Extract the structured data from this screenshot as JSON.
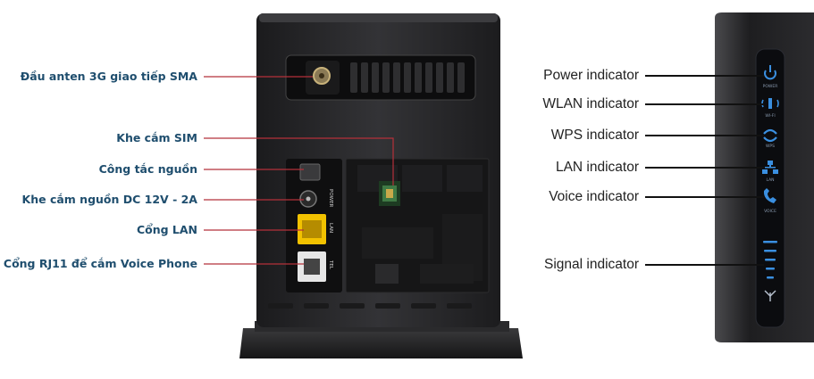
{
  "left_labels": {
    "antenna": "Đầu anten 3G giao tiếp SMA",
    "sim_slot": "Khe cắm SIM",
    "power_switch": "Công tắc nguồn",
    "dc_jack": "Khe cắm nguồn DC 12V - 2A",
    "lan_port": "Cổng LAN",
    "rj11_port": "Cổng RJ11 để cắm Voice Phone"
  },
  "right_labels": {
    "power": "Power indicator",
    "wlan": "WLAN indicator",
    "wps": "WPS indicator",
    "lan": "LAN indicator",
    "voice": "Voice indicator",
    "signal": "Signal indicator"
  },
  "device_port_labels": {
    "power": "POWER",
    "lan": "LAN",
    "tel": "TEL"
  },
  "led_labels": {
    "power": "POWER",
    "wlan": "WI-FI",
    "wps": "WPS",
    "lan": "LAN",
    "voice": "VOICE"
  },
  "colors": {
    "left_label_text": "#1f4e6e",
    "left_leader_line": "#b5303a",
    "right_leader_line": "#111111",
    "device_body": "#2a2a2c",
    "led_blue": "#3a8fe0",
    "lan_port_yellow": "#f2c200"
  }
}
